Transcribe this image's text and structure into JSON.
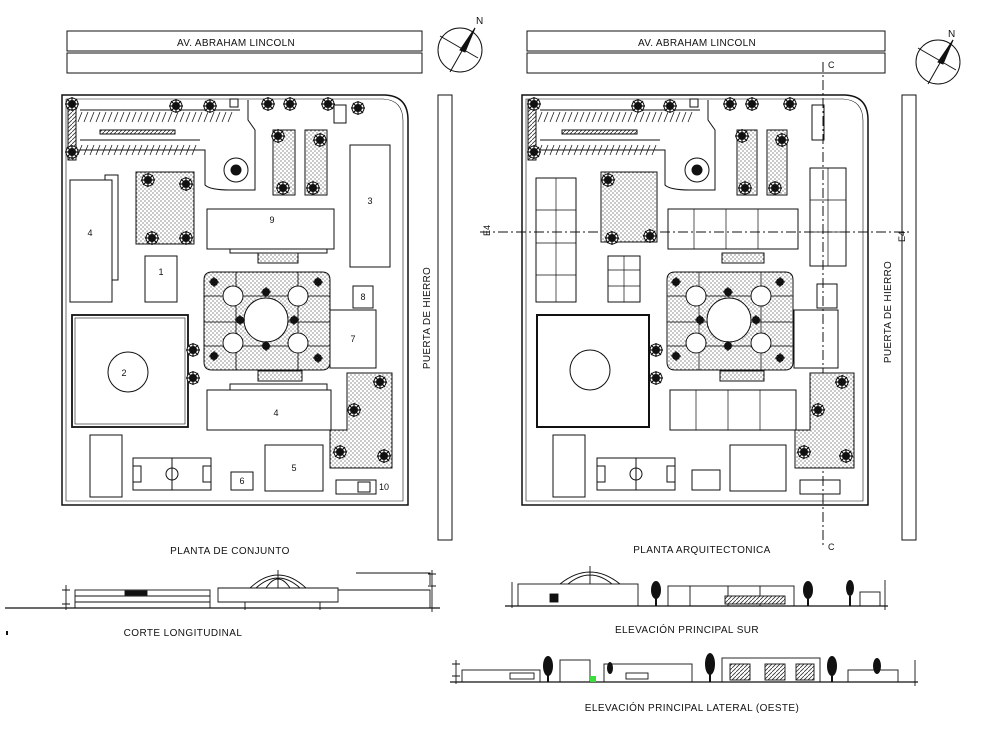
{
  "plans": {
    "left": {
      "street_label": "AV. ABRAHAM LINCOLN",
      "gate_label": "PUERTA DE HIERRO",
      "caption": "PLANTA DE CONJUNTO",
      "north_label": "N",
      "building_numbers": {
        "b1": "1",
        "b2": "2",
        "b3": "3",
        "b4a": "4",
        "b4b": "4",
        "b5": "5",
        "b6": "6",
        "b7": "7",
        "b8": "8",
        "b9": "9",
        "b10": "10"
      }
    },
    "right": {
      "street_label": "AV. ABRAHAM LINCOLN",
      "gate_label": "PUERTA DE HIERRO",
      "caption": "PLANTA ARQUITECTONICA",
      "north_label": "N",
      "cut_marks": {
        "top": "C",
        "bottom": "C",
        "left": "E4",
        "right": "E4"
      }
    }
  },
  "sections": {
    "longitudinal": "CORTE LONGITUDINAL",
    "south_elevation": "ELEVACIÓN PRINCIPAL SUR",
    "west_elevation": "ELEVACIÓN PRINCIPAL LATERAL (OESTE)"
  },
  "colors": {
    "line": "#111111",
    "hatch": "#555555",
    "accent_marker": "#3ddc3d"
  }
}
